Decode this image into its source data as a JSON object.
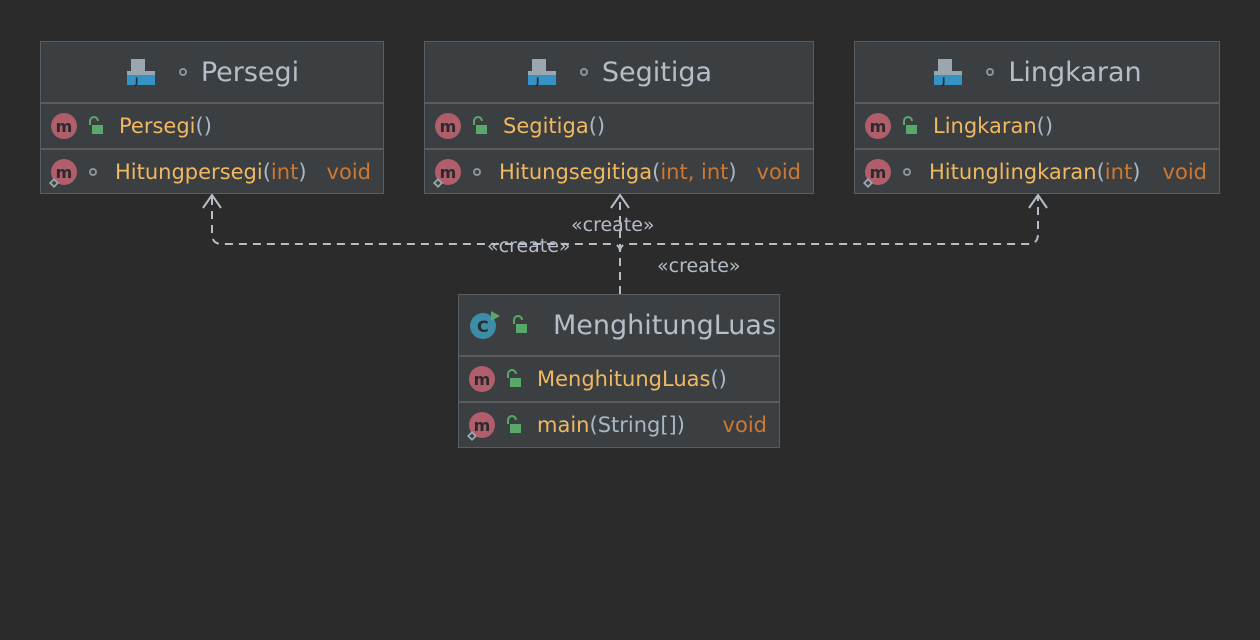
{
  "classes": {
    "persegi": {
      "name": "Persegi",
      "ctor": "Persegi",
      "ctor_paren": "()",
      "method": "Hitungpersegi",
      "method_open": "(",
      "method_params": "int",
      "method_close": ")",
      "method_return": "void"
    },
    "segitiga": {
      "name": "Segitiga",
      "ctor": "Segitiga",
      "ctor_paren": "()",
      "method": "Hitungsegitiga",
      "method_open": "(",
      "method_params": "int, int",
      "method_close": ")",
      "method_return": "void"
    },
    "lingkaran": {
      "name": "Lingkaran",
      "ctor": "Lingkaran",
      "ctor_paren": "()",
      "method": "Hitunglingkaran",
      "method_open": "(",
      "method_params": "int",
      "method_close": ")",
      "method_return": "void"
    },
    "menghitung": {
      "name": "MenghitungLuas",
      "ctor": "MenghitungLuas",
      "ctor_paren": "()",
      "method": "main",
      "method_open": "(",
      "method_params": "String[]",
      "method_close": ")",
      "method_return": "void"
    }
  },
  "relations": {
    "label_1": "«create»",
    "label_2": "«create»",
    "label_3": "«create»"
  },
  "colors": {
    "background": "#2b2b2b",
    "box": "#3c3f41",
    "border": "#5a5d5f",
    "member": "#f0b860",
    "keyword": "#cc7832",
    "method_icon": "#b05d6c",
    "public_lock": "#59a869"
  },
  "icons": [
    "java-file-icon",
    "method-icon",
    "public-lock-icon",
    "package-private-icon",
    "class-runnable-icon",
    "static-marker-icon"
  ]
}
